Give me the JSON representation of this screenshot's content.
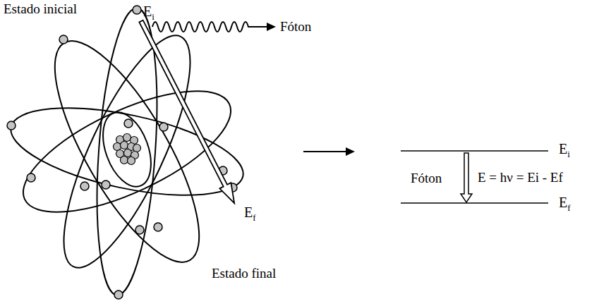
{
  "diagram": {
    "labels": [
      "Estado inicial",
      "Ei",
      "Fóton",
      "Ef",
      "Estado final",
      "Ei",
      "Fóton",
      "E = hν = Ei - Ef",
      "Ef"
    ]
  }
}
